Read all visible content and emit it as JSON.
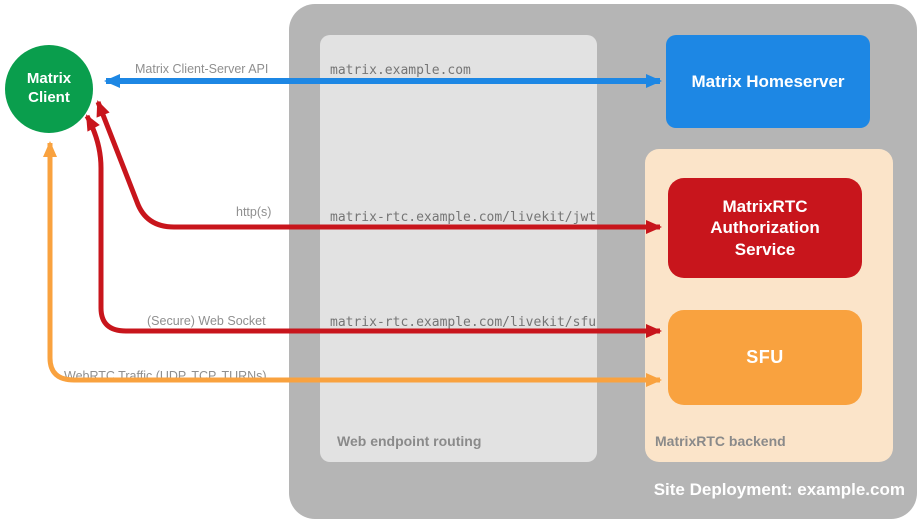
{
  "diagram": {
    "client": {
      "line1": "Matrix",
      "line2": "Client"
    },
    "homeserver": {
      "label": "Matrix Homeserver"
    },
    "auth_service": {
      "label": "MatrixRTC Authorization Service"
    },
    "sfu": {
      "label": "SFU"
    },
    "routing": {
      "title": "Web endpoint routing",
      "endpoints": [
        "matrix.example.com",
        "matrix-rtc.example.com/livekit/jwt",
        "matrix-rtc.example.com/livekit/sfu"
      ]
    },
    "backend": {
      "title": "MatrixRTC backend"
    },
    "site": {
      "title": "Site Deployment: example.com"
    },
    "arrows": {
      "cs_api": "Matrix Client-Server API",
      "https": "http(s)",
      "websocket": "(Secure) Web Socket",
      "webrtc": "WebRTC Traffic (UDP, TCP, TURNs)"
    },
    "colors": {
      "client_green": "#0a9e4d",
      "homeserver_blue": "#1d87e4",
      "auth_red": "#c8151c",
      "sfu_orange": "#f9a23f",
      "site_gray": "#b5b5b5",
      "routing_gray": "#e2e2e2",
      "backend_peach": "#fbe4c9"
    }
  }
}
